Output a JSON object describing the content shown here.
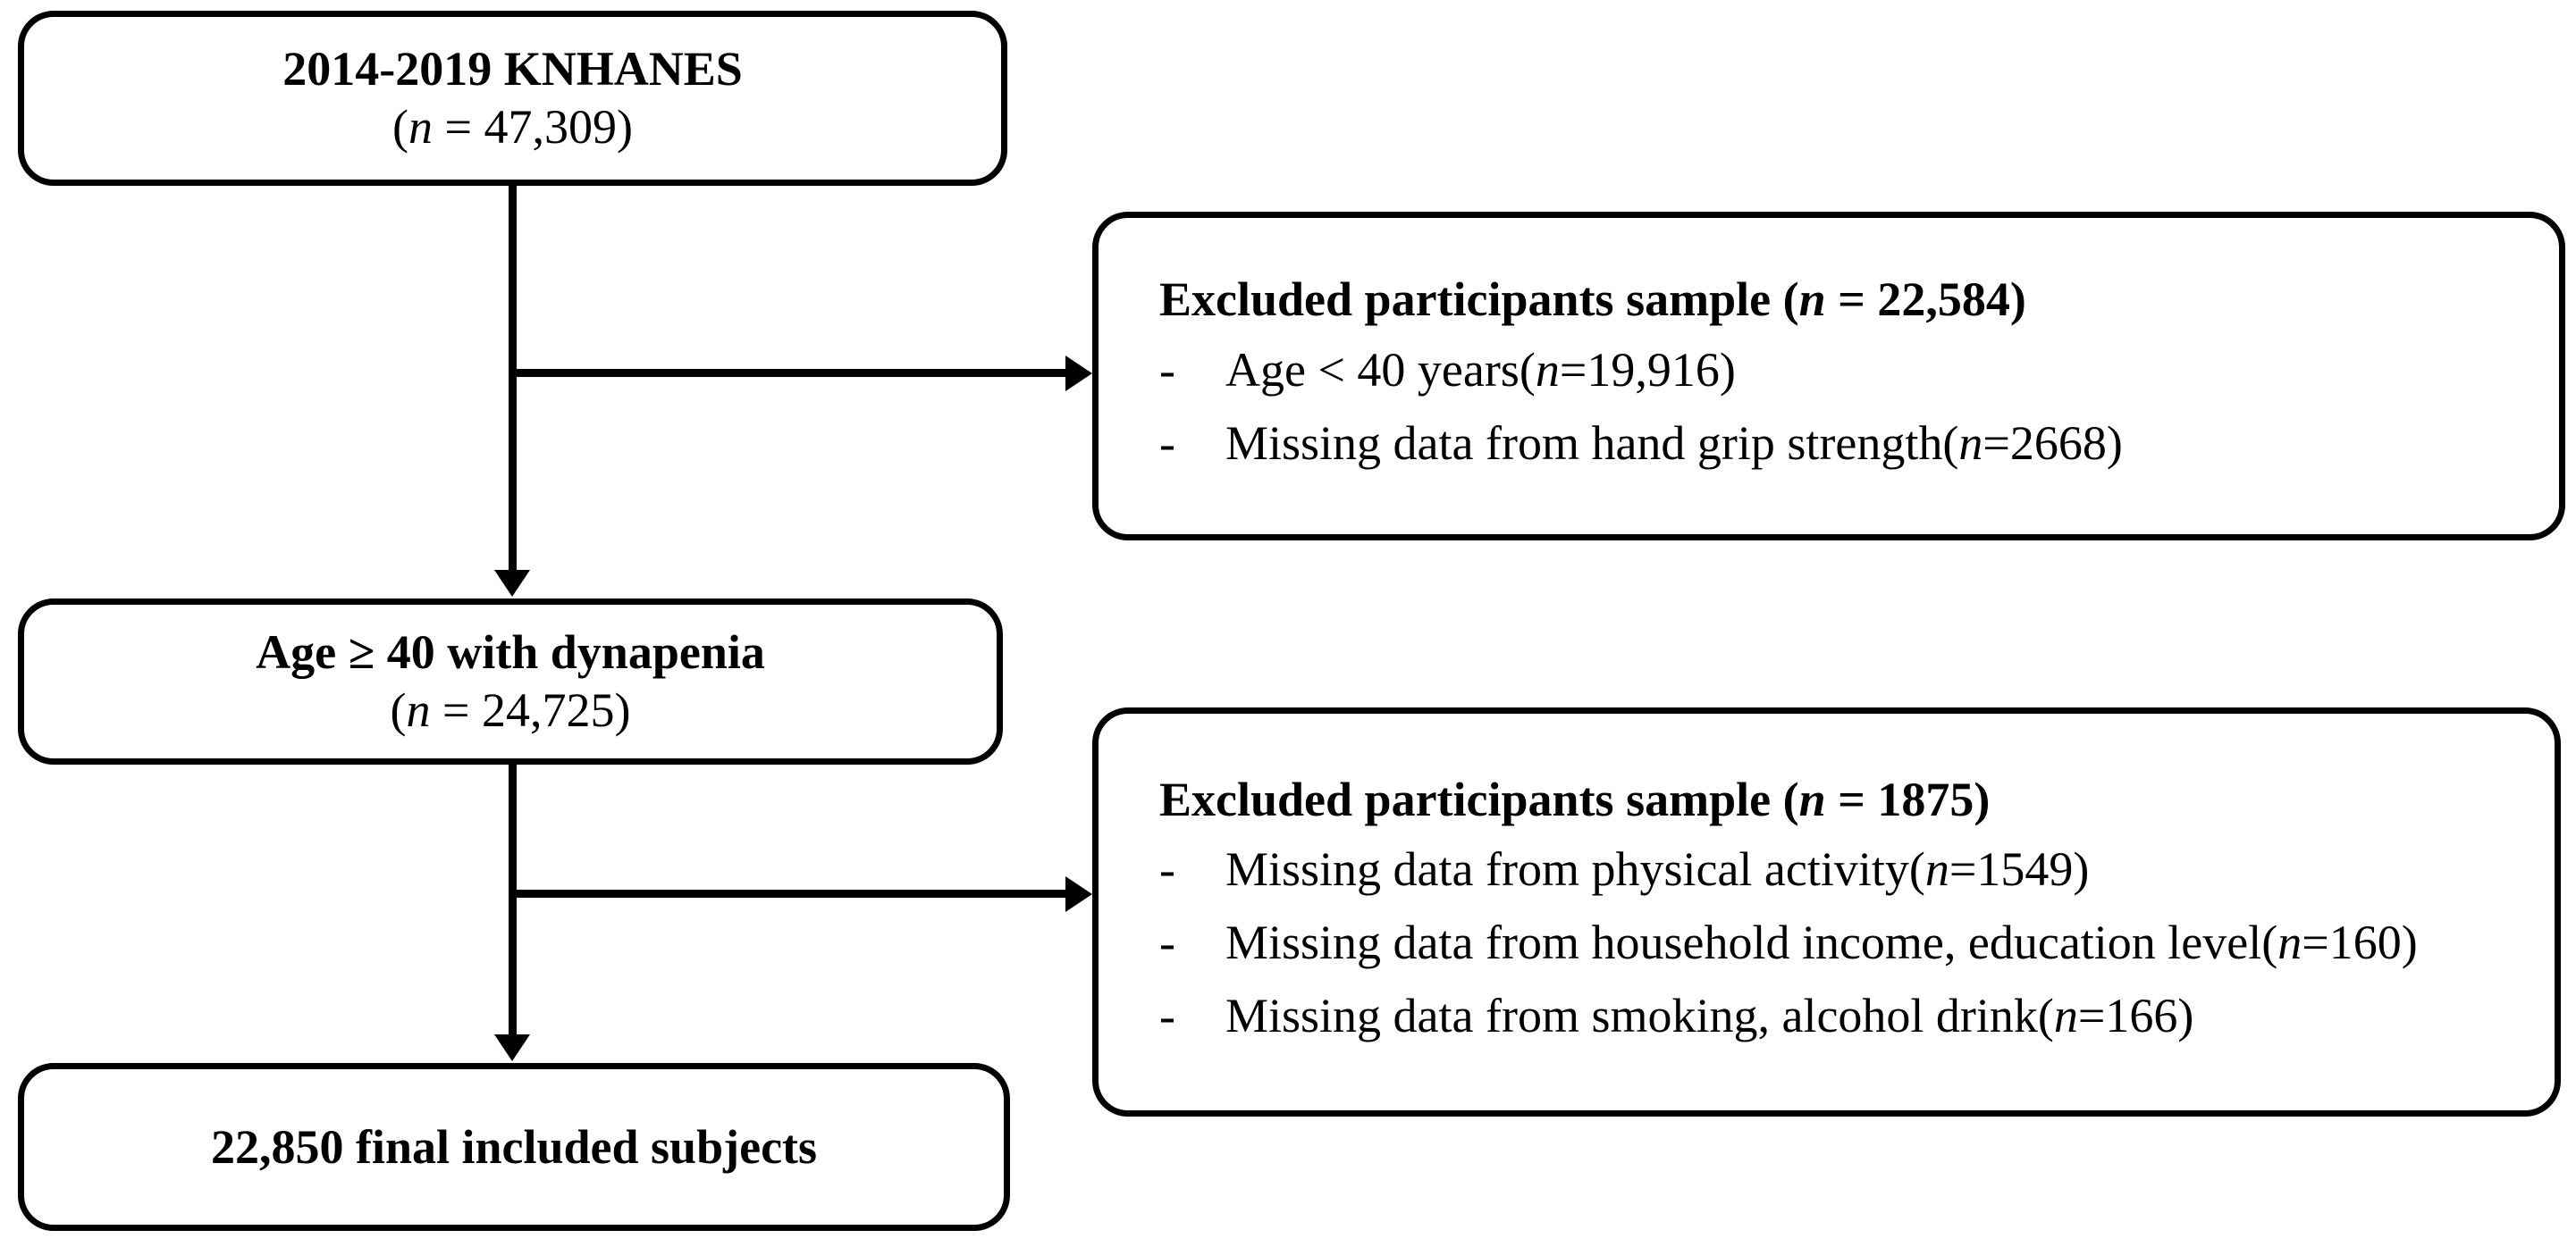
{
  "diagram": {
    "title": "Study participant selection flowchart",
    "type": "flowchart",
    "colors": {
      "stroke": "#000000",
      "background": "#ffffff",
      "text": "#000000"
    }
  },
  "nodes": {
    "source_cohort": {
      "line1": "2014-2019 KNHANES",
      "n_prefix": "(",
      "n_symbol": "n",
      "n_equals": " = ",
      "n_value": "47,309",
      "n_suffix": ")"
    },
    "eligible_cohort": {
      "line1": "Age ≥ 40 with dynapenia",
      "n_prefix": "(",
      "n_symbol": "n",
      "n_equals": " = ",
      "n_value": "24,725",
      "n_suffix": ")"
    },
    "final_cohort": {
      "line1": "22,850 final included subjects"
    }
  },
  "excluded_boxes": [
    {
      "header_label": "Excluded participants sample ",
      "header_n_prefix": "(",
      "header_n_symbol": "n",
      "header_n_equals": " = ",
      "header_n_value": "22,584",
      "header_n_suffix": ")",
      "bullets": [
        {
          "dash": "-",
          "text": "Age < 40 years ",
          "n_prefix": "(",
          "n_symbol": "n",
          "n_equals": " = ",
          "n_value": "19,916",
          "n_suffix": ")"
        },
        {
          "dash": "-",
          "text": "Missing  data from hand grip strength ",
          "n_prefix": "(",
          "n_symbol": "n",
          "n_equals": " = ",
          "n_value": "2668",
          "n_suffix": ")"
        }
      ]
    },
    {
      "header_label": "Excluded participants sample ",
      "header_n_prefix": "(",
      "header_n_symbol": "n",
      "header_n_equals": " = ",
      "header_n_value": "1875",
      "header_n_suffix": ")",
      "bullets": [
        {
          "dash": "-",
          "text": "Missing  data from physical activity ",
          "n_prefix": "(",
          "n_symbol": "n",
          "n_equals": " = ",
          "n_value": "1549",
          "n_suffix": ")"
        },
        {
          "dash": "-",
          "text": "Missing data from household income, education level ",
          "n_prefix": "(",
          "n_symbol": "n",
          "n_equals": " = ",
          "n_value": "160",
          "n_suffix": ")"
        },
        {
          "dash": "-",
          "text": "Missing  data from smoking, alcohol drink ",
          "n_prefix": "(",
          "n_symbol": "n",
          "n_equals": " = ",
          "n_value": "166",
          "n_suffix": ")"
        }
      ]
    }
  ]
}
